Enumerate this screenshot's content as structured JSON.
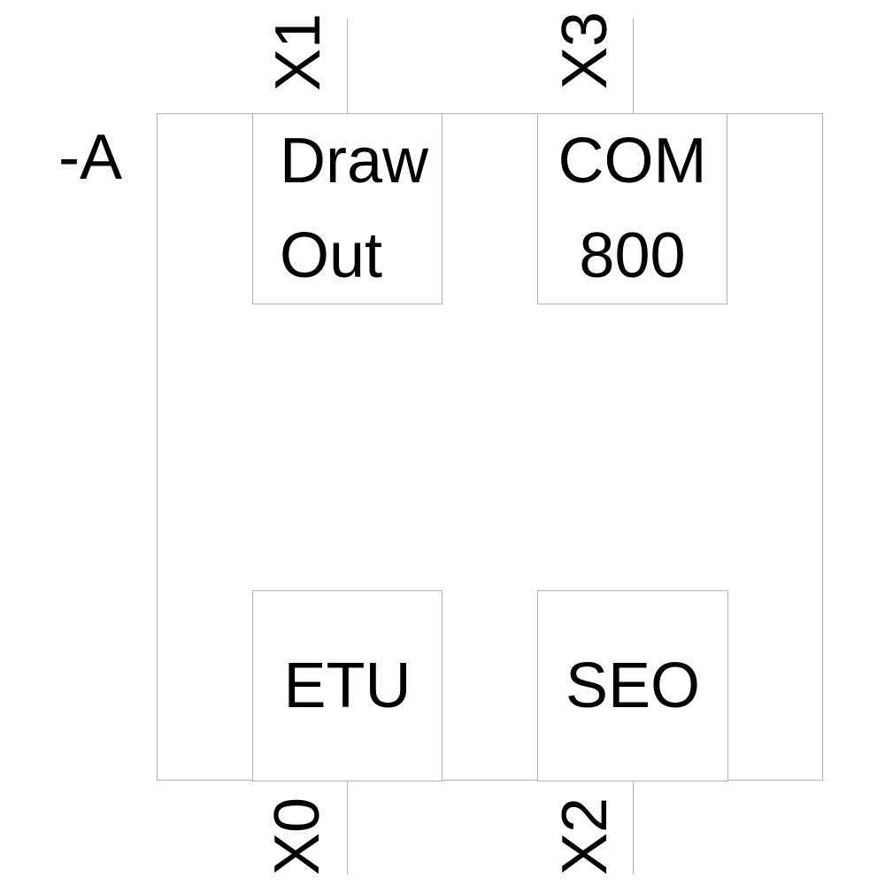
{
  "diagram": {
    "type": "circuit-breaker-block-schematic",
    "device_label": "-A",
    "terminals": {
      "top_left": "X1",
      "top_right": "X3",
      "bottom_left": "X0",
      "bottom_right": "X2"
    },
    "blocks": {
      "draw_out": {
        "line1": "Draw",
        "line2": "Out"
      },
      "com800": {
        "line1": "COM",
        "line2": "800"
      },
      "etu": {
        "label": "ETU"
      },
      "seo": {
        "label": "SEO"
      }
    },
    "colors": {
      "outline": "#b3b3b3",
      "text": "#000000",
      "background": "#ffffff"
    }
  }
}
